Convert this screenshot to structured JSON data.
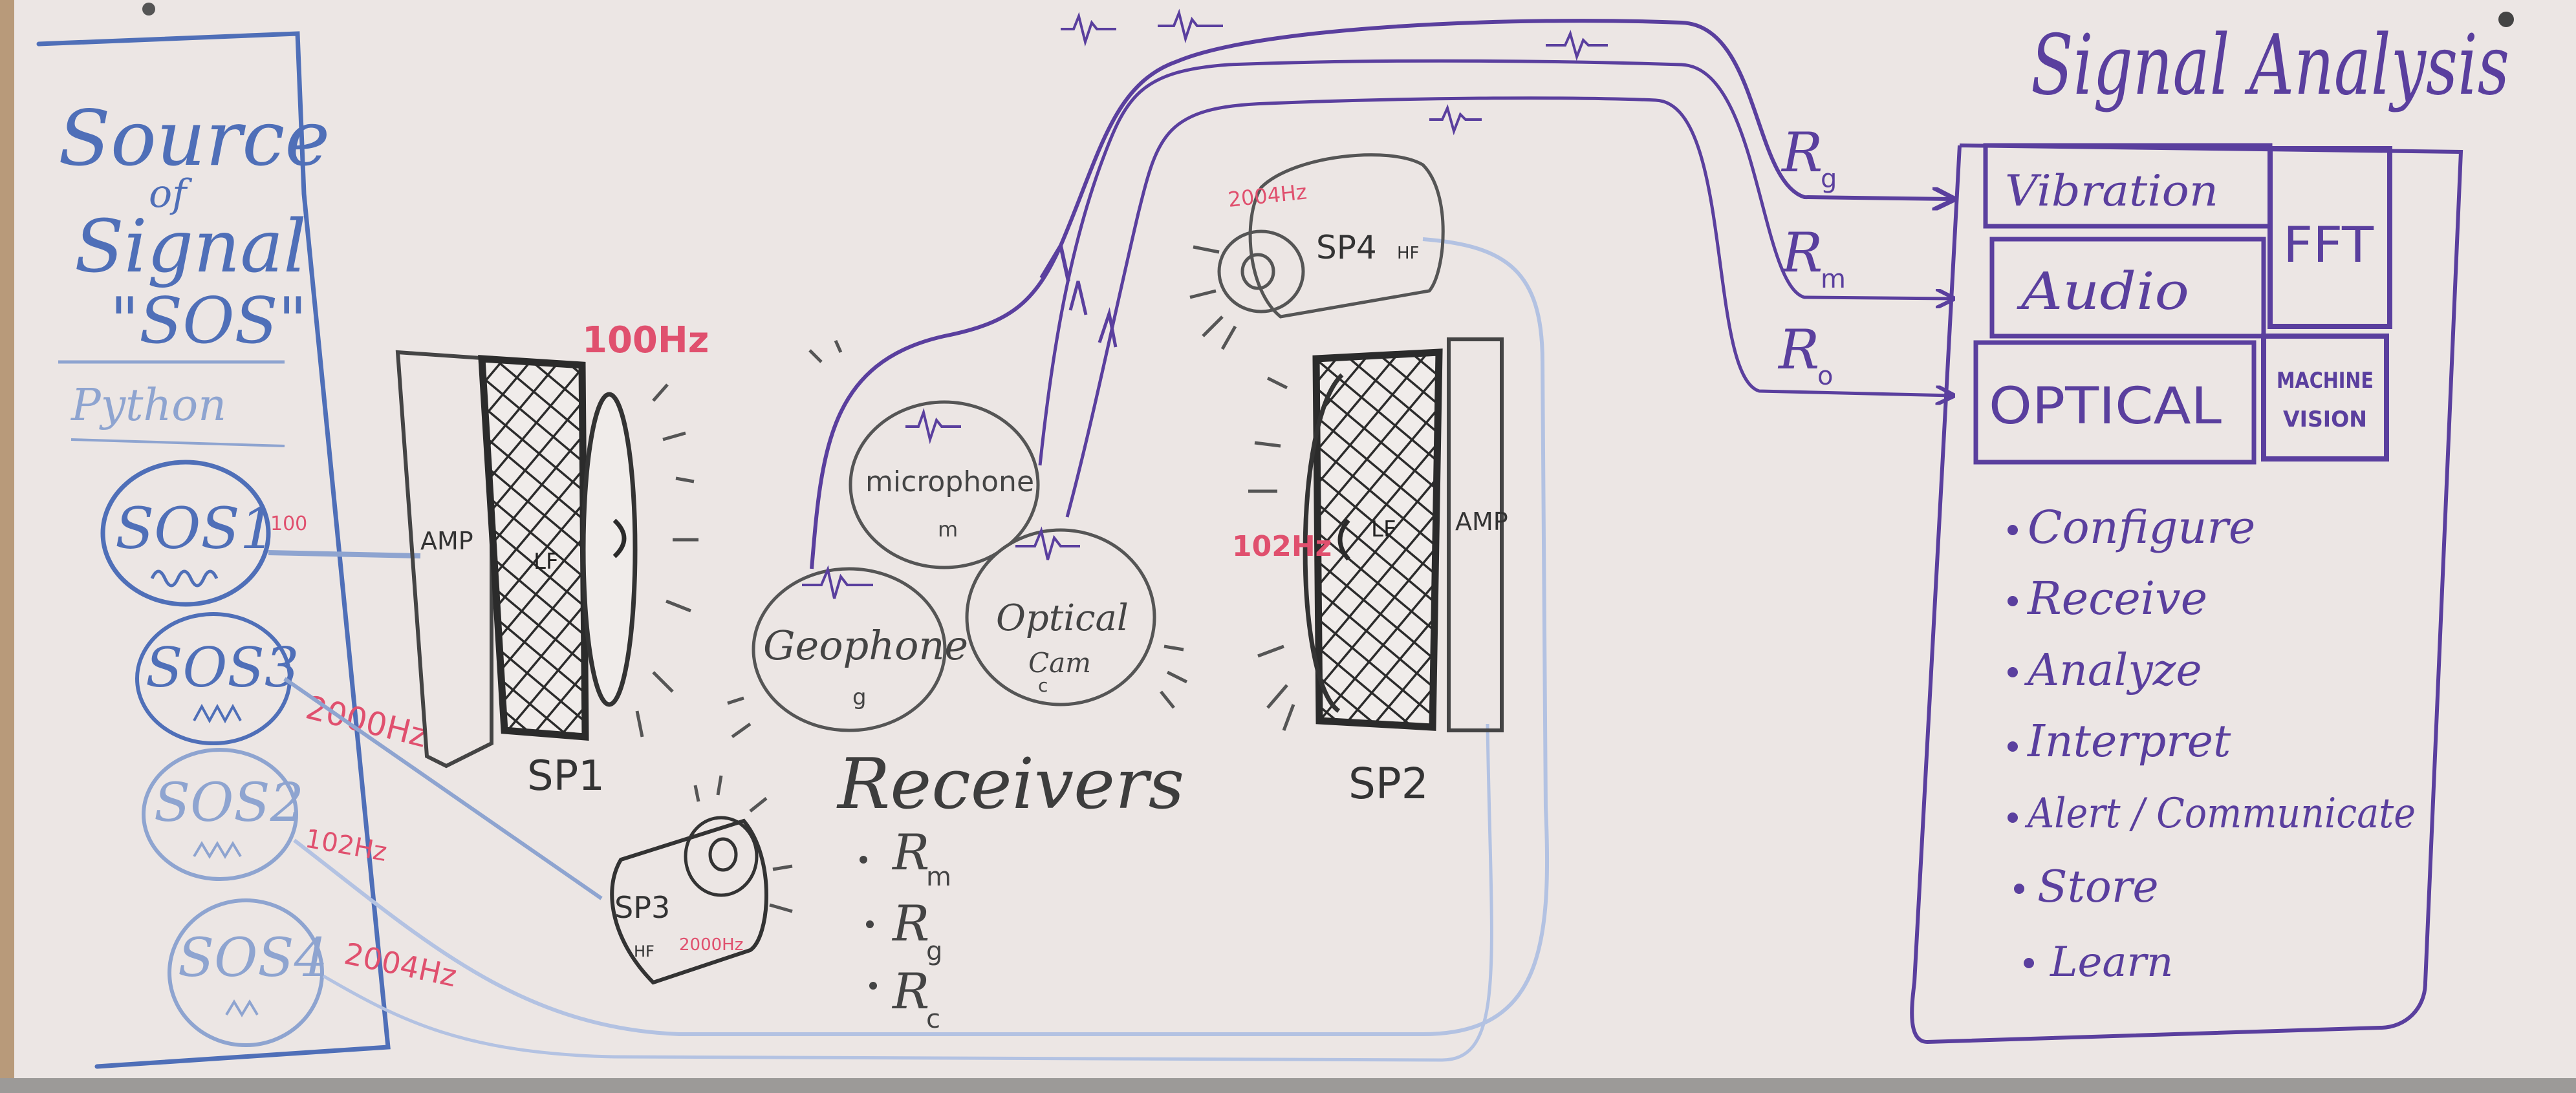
{
  "source": {
    "title_line1": "Source",
    "title_line2": "of",
    "title_line3": "Signal",
    "title_line4": "\"SOS\"",
    "subtitle": "Python",
    "nodes": [
      {
        "label": "SOS1",
        "freq": "100"
      },
      {
        "label": "SOS3",
        "freq": "2000Hz"
      },
      {
        "label": "SOS2",
        "freq": "102Hz"
      },
      {
        "label": "SOS4",
        "freq": "2004Hz"
      }
    ]
  },
  "speakers": {
    "sp1": {
      "label": "SP1",
      "amp": "AMP",
      "driver": "LF",
      "freq": "100Hz"
    },
    "sp2": {
      "label": "SP2",
      "amp": "AMP",
      "driver": "LF",
      "freq": "102Hz"
    },
    "sp3": {
      "label": "SP3",
      "driver": "HF",
      "freq": "2000Hz"
    },
    "sp4": {
      "label": "SP4",
      "driver": "HF",
      "freq": "2004Hz"
    }
  },
  "receivers": {
    "title": "Receivers",
    "microphone": {
      "label": "microphone",
      "sub": "m"
    },
    "geophone": {
      "label": "Geophone",
      "sub": "g"
    },
    "optical": {
      "label": "Optical",
      "label2": "Cam",
      "sub": "c"
    },
    "list": [
      {
        "main": "R",
        "sub": "m"
      },
      {
        "main": "R",
        "sub": "g"
      },
      {
        "main": "R",
        "sub": "c"
      }
    ]
  },
  "links": [
    {
      "main": "R",
      "sub": "g"
    },
    {
      "main": "R",
      "sub": "m"
    },
    {
      "main": "R",
      "sub": "o"
    }
  ],
  "analysis": {
    "title": "Signal Analysis",
    "vibration": "Vibration",
    "audio": "Audio",
    "optical": "OPTICAL",
    "fft": "FFT",
    "machine_vision_1": "MACHINE",
    "machine_vision_2": "VISION",
    "steps": [
      "Configure",
      "Receive",
      "Analyze",
      "Interpret",
      "Alert / Communicate",
      "Store",
      "Learn"
    ]
  },
  "colors": {
    "board": "#ece6e4",
    "blue_marker": "#4f6fb8",
    "light_blue": "#8ea4d0",
    "purple_marker": "#5a3f9e",
    "red_marker": "#e0506e",
    "black_marker": "#2b2b2b",
    "gray_marker": "#6c6c6c"
  }
}
